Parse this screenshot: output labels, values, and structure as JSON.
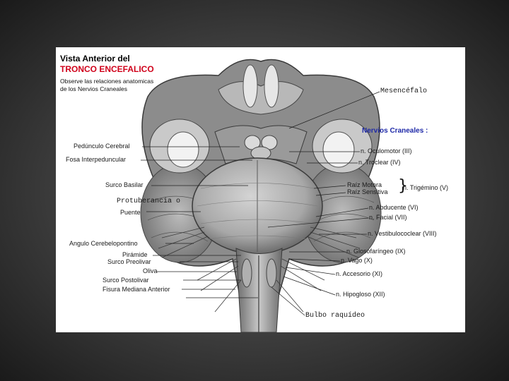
{
  "slide": {
    "title_line1": "Vista Anterior del",
    "title_line2": "TRONCO ENCEFALICO",
    "subtitle_line1": "Observe las relaciones anatomicas",
    "subtitle_line2": "de los Nervios Craneales"
  },
  "colors": {
    "title_accent": "#d0021b",
    "heading_blue": "#1f2aa8",
    "background": "#3c3c3c"
  },
  "labels_left": [
    "Pedúnculo Cerebral",
    "Fosa Interpeduncular",
    "Surco Basilar",
    "Protuberancia o",
    "Puente",
    "Angulo Cerebelopontino",
    "Pirámide",
    "Surco Preolivar",
    "Oliva",
    "Surco Postolivar",
    "Fisura Mediana Anterior"
  ],
  "labels_right": {
    "mesencefalo": "Mesencéfalo",
    "heading": "Nervios Craneales :",
    "oculomotor": "n. Oculomotor (III)",
    "troclear": "n. Troclear (IV)",
    "raiz_motora": "Raíz Motora",
    "raiz_sensitiva": "Raíz Sensitiva",
    "trigemino": "n. Trigémino (V)",
    "abducente": "n. Abducente (VI)",
    "facial": "n. Facial (VII)",
    "vestibulococlear": "n. Vestibulococlear (VIII)",
    "glosofaringeo": "n. Glosofaríngeo (IX)",
    "vago": "n. Vago (X)",
    "accesorio": "n. Accesorio (XI)",
    "hipogloso": "n. Hipogloso (XII)",
    "bulbo": "Bulbo raquídeo"
  }
}
